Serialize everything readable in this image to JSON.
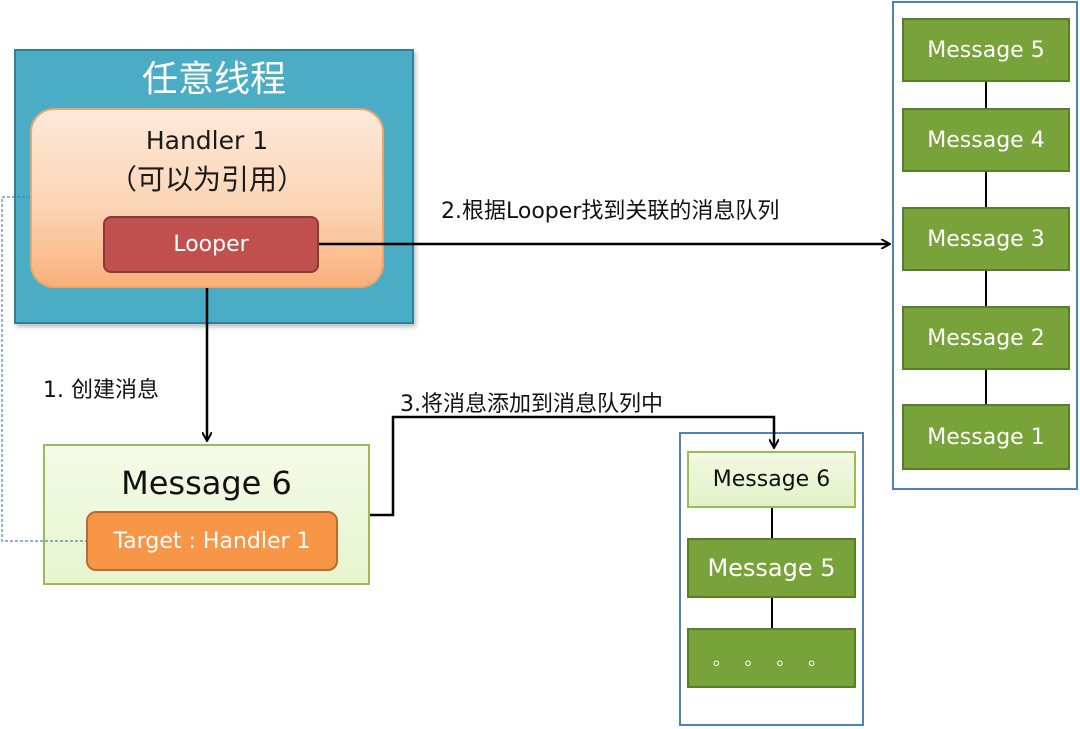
{
  "thread": {
    "title": "任意线程"
  },
  "handler": {
    "title": "Handler 1",
    "subtitle": "（可以为引用）",
    "looper": "Looper"
  },
  "message6": {
    "title": "Message 6",
    "target": "Target : Handler 1"
  },
  "queue_right": [
    "Message 5",
    "Message 4",
    "Message 3",
    "Message 2",
    "Message 1"
  ],
  "queue_bottom": [
    "Message 6",
    "Message 5",
    "。 。 。 。"
  ],
  "labels": {
    "step1": "1. 创建消息",
    "step2": "2.根据Looper找到关联的消息队列",
    "step3": "3.将消息添加到消息队列中"
  },
  "colors": {
    "thread": "#4bacc6",
    "looper": "#c0504d",
    "target": "#f79646",
    "queue_message": "#77a33a",
    "queue_border": "#4f81bd"
  }
}
